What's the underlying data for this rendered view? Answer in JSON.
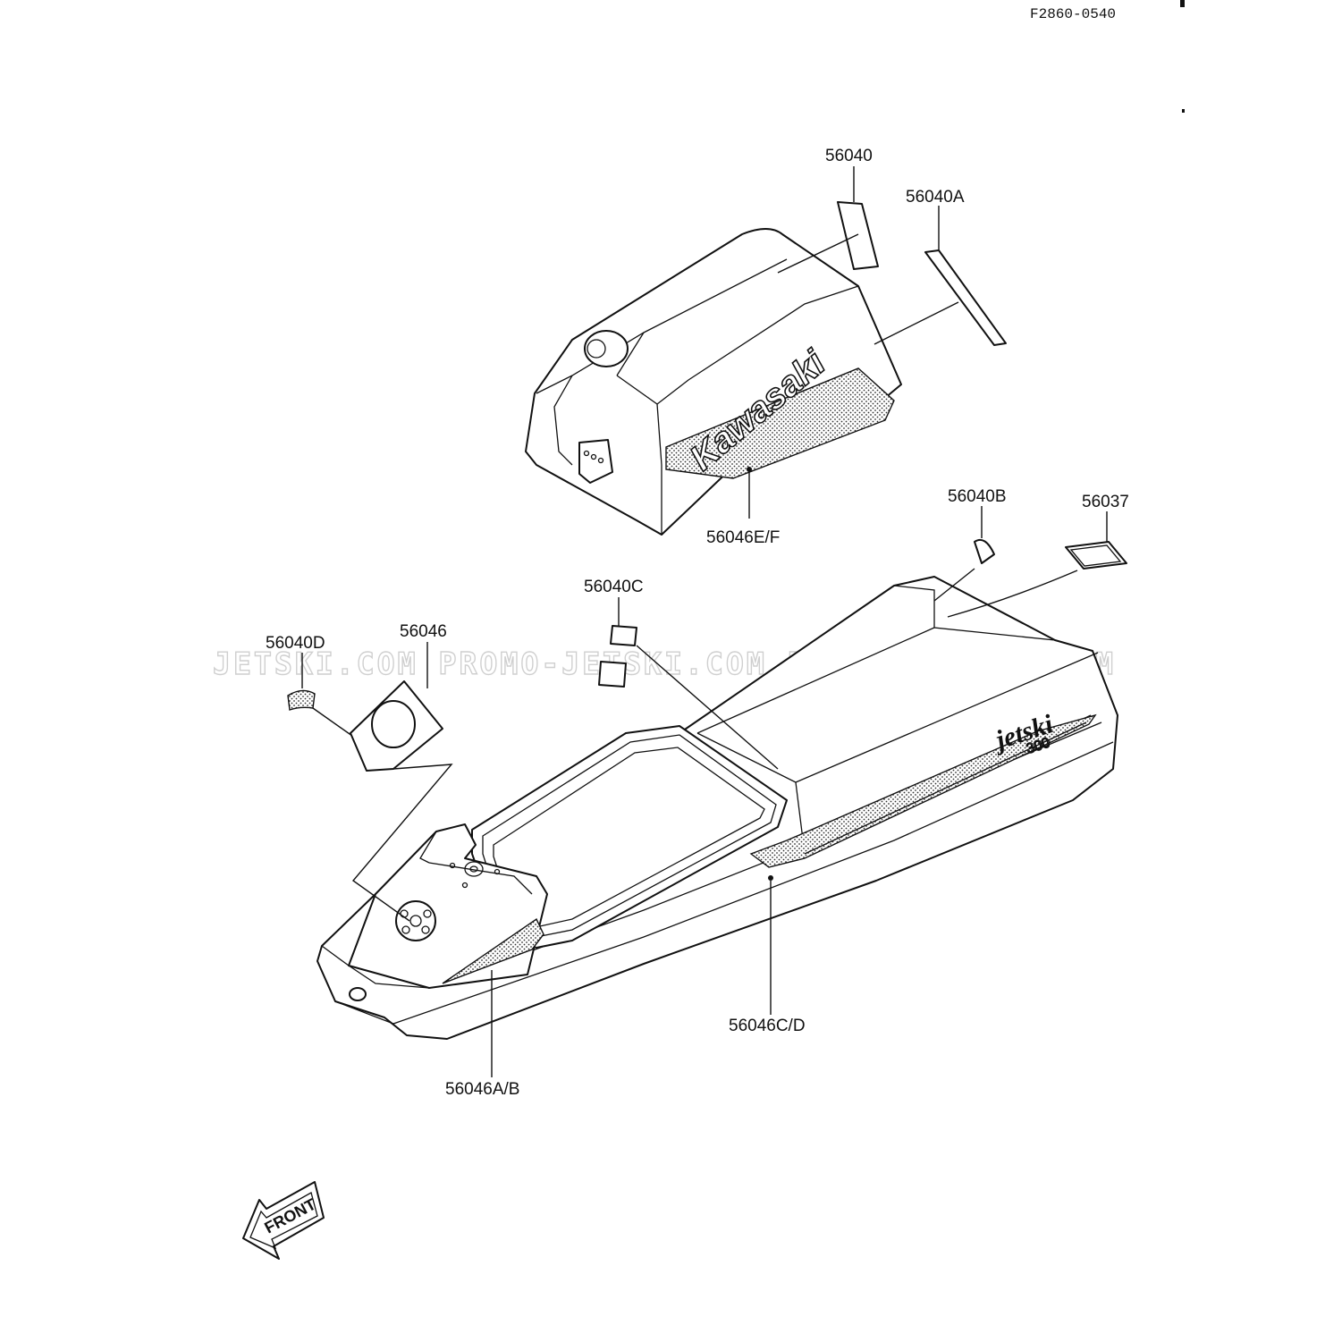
{
  "diagram_code": "F2860-0540",
  "watermark": "JETSKI.COM  PROMO-JETSKI.COM  PROMO-JETSKI.COM",
  "brand_text": {
    "engine_cover": "Kawasaki",
    "hull": "jetski",
    "hull_model": "300"
  },
  "front_arrow": "FRONT",
  "part_labels": {
    "p56040": "56040",
    "p56040A": "56040A",
    "p56046EF": "56046E/F",
    "p56040B": "56040B",
    "p56037": "56037",
    "p56040C": "56040C",
    "p56040D": "56040D",
    "p56046": "56046",
    "p56046AB": "56046A/B",
    "p56046CD": "56046C/D"
  }
}
